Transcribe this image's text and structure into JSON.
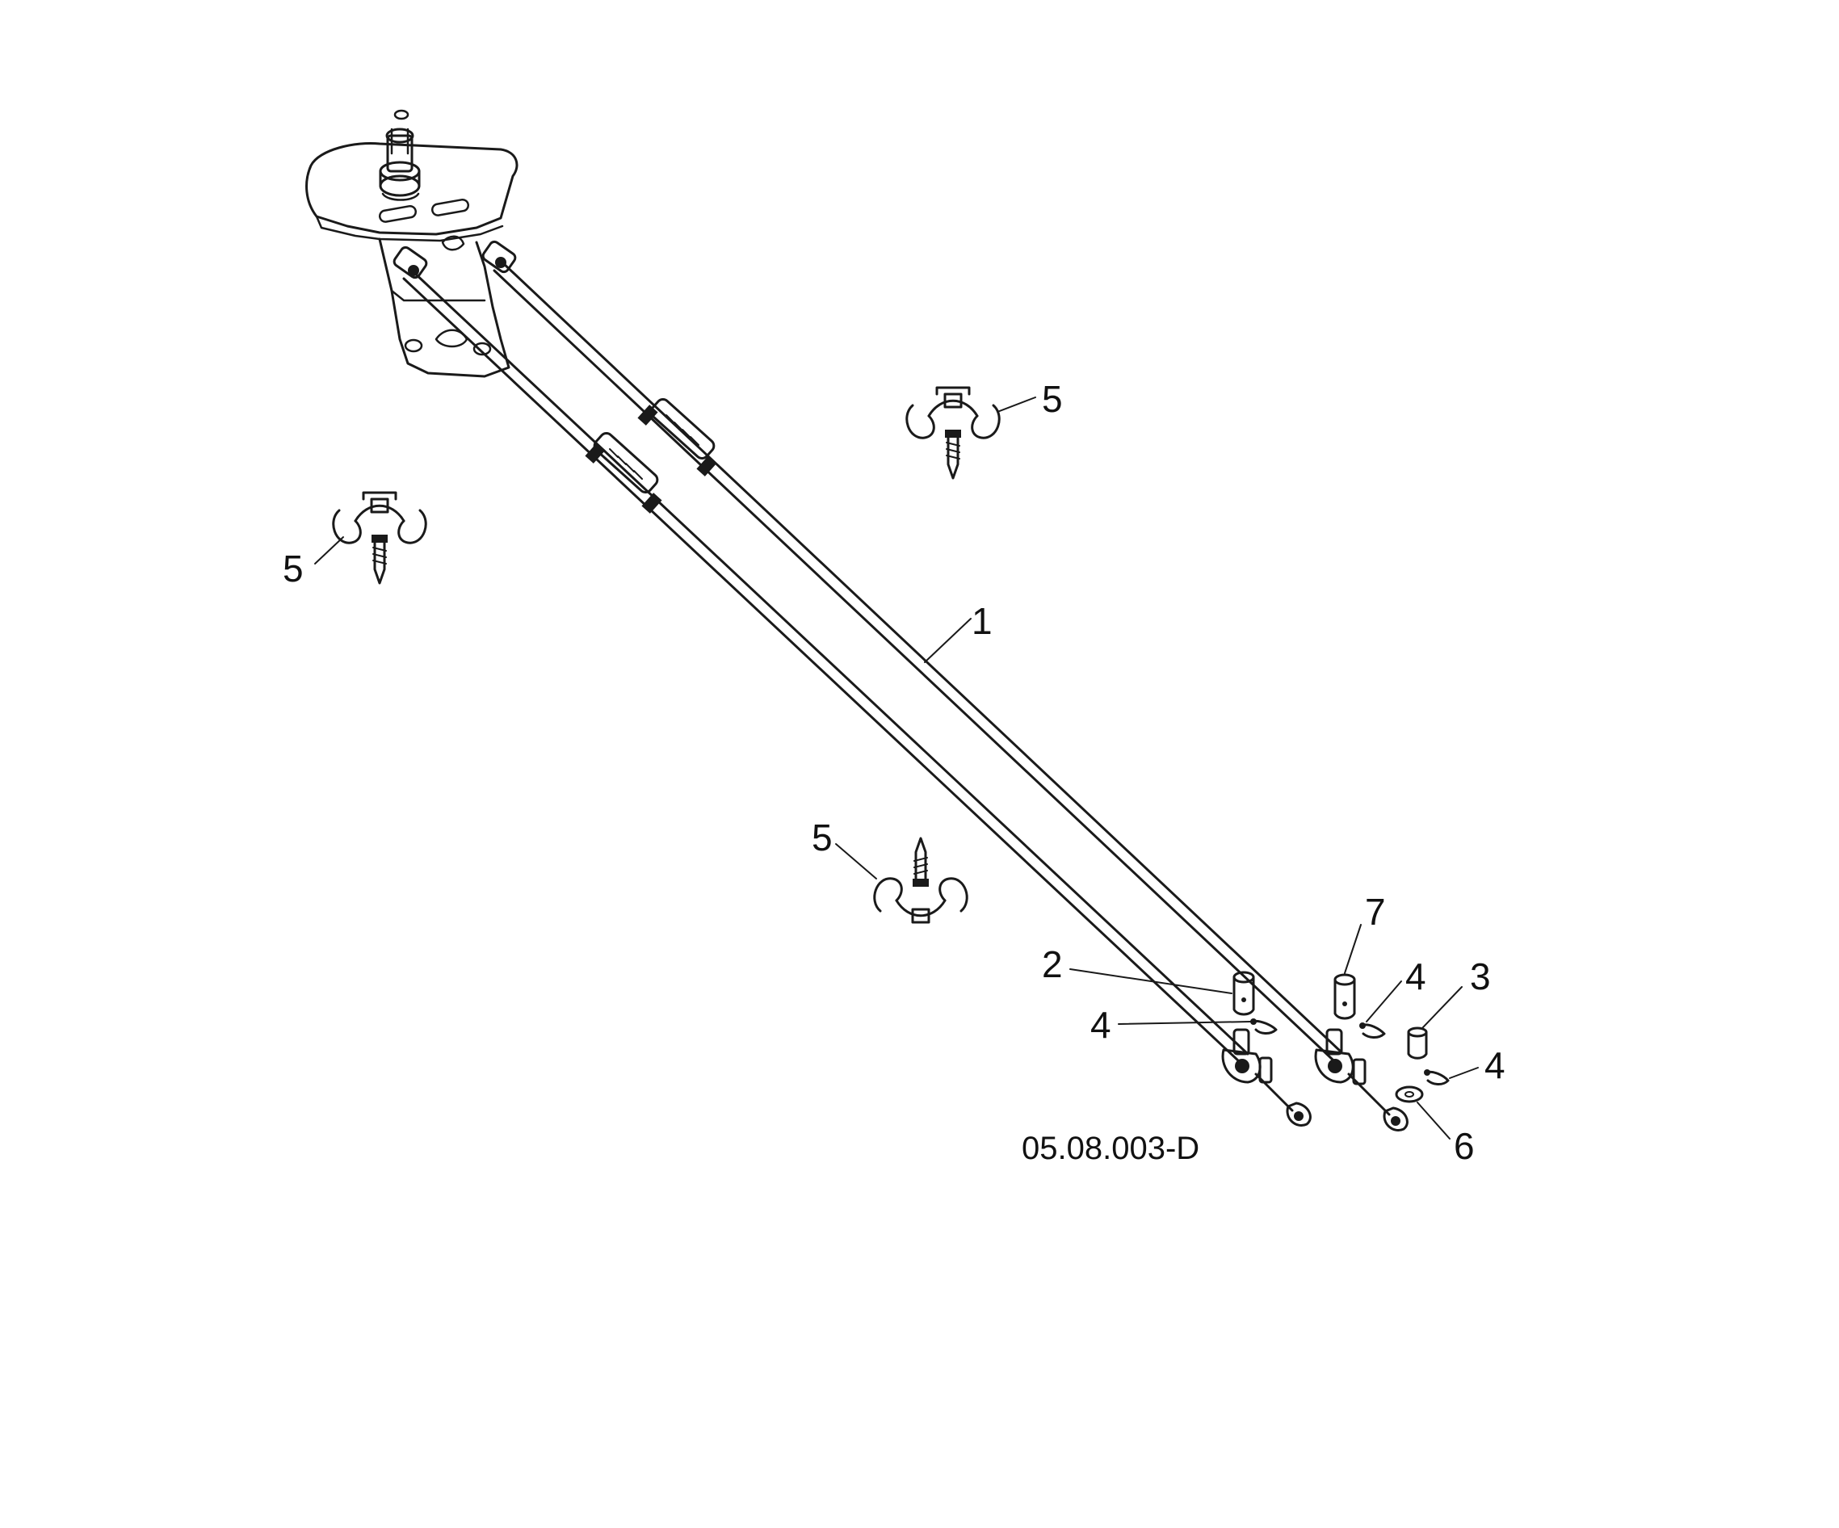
{
  "diagram": {
    "reference_code": "05.08.003-D",
    "callouts": [
      {
        "id": "c1",
        "label": "1"
      },
      {
        "id": "c2",
        "label": "2"
      },
      {
        "id": "c3",
        "label": "3"
      },
      {
        "id": "c4a",
        "label": "4"
      },
      {
        "id": "c4b",
        "label": "4"
      },
      {
        "id": "c4c",
        "label": "4"
      },
      {
        "id": "c5a",
        "label": "5"
      },
      {
        "id": "c5b",
        "label": "5"
      },
      {
        "id": "c5c",
        "label": "5"
      },
      {
        "id": "c6",
        "label": "6"
      },
      {
        "id": "c7",
        "label": "7"
      }
    ]
  }
}
